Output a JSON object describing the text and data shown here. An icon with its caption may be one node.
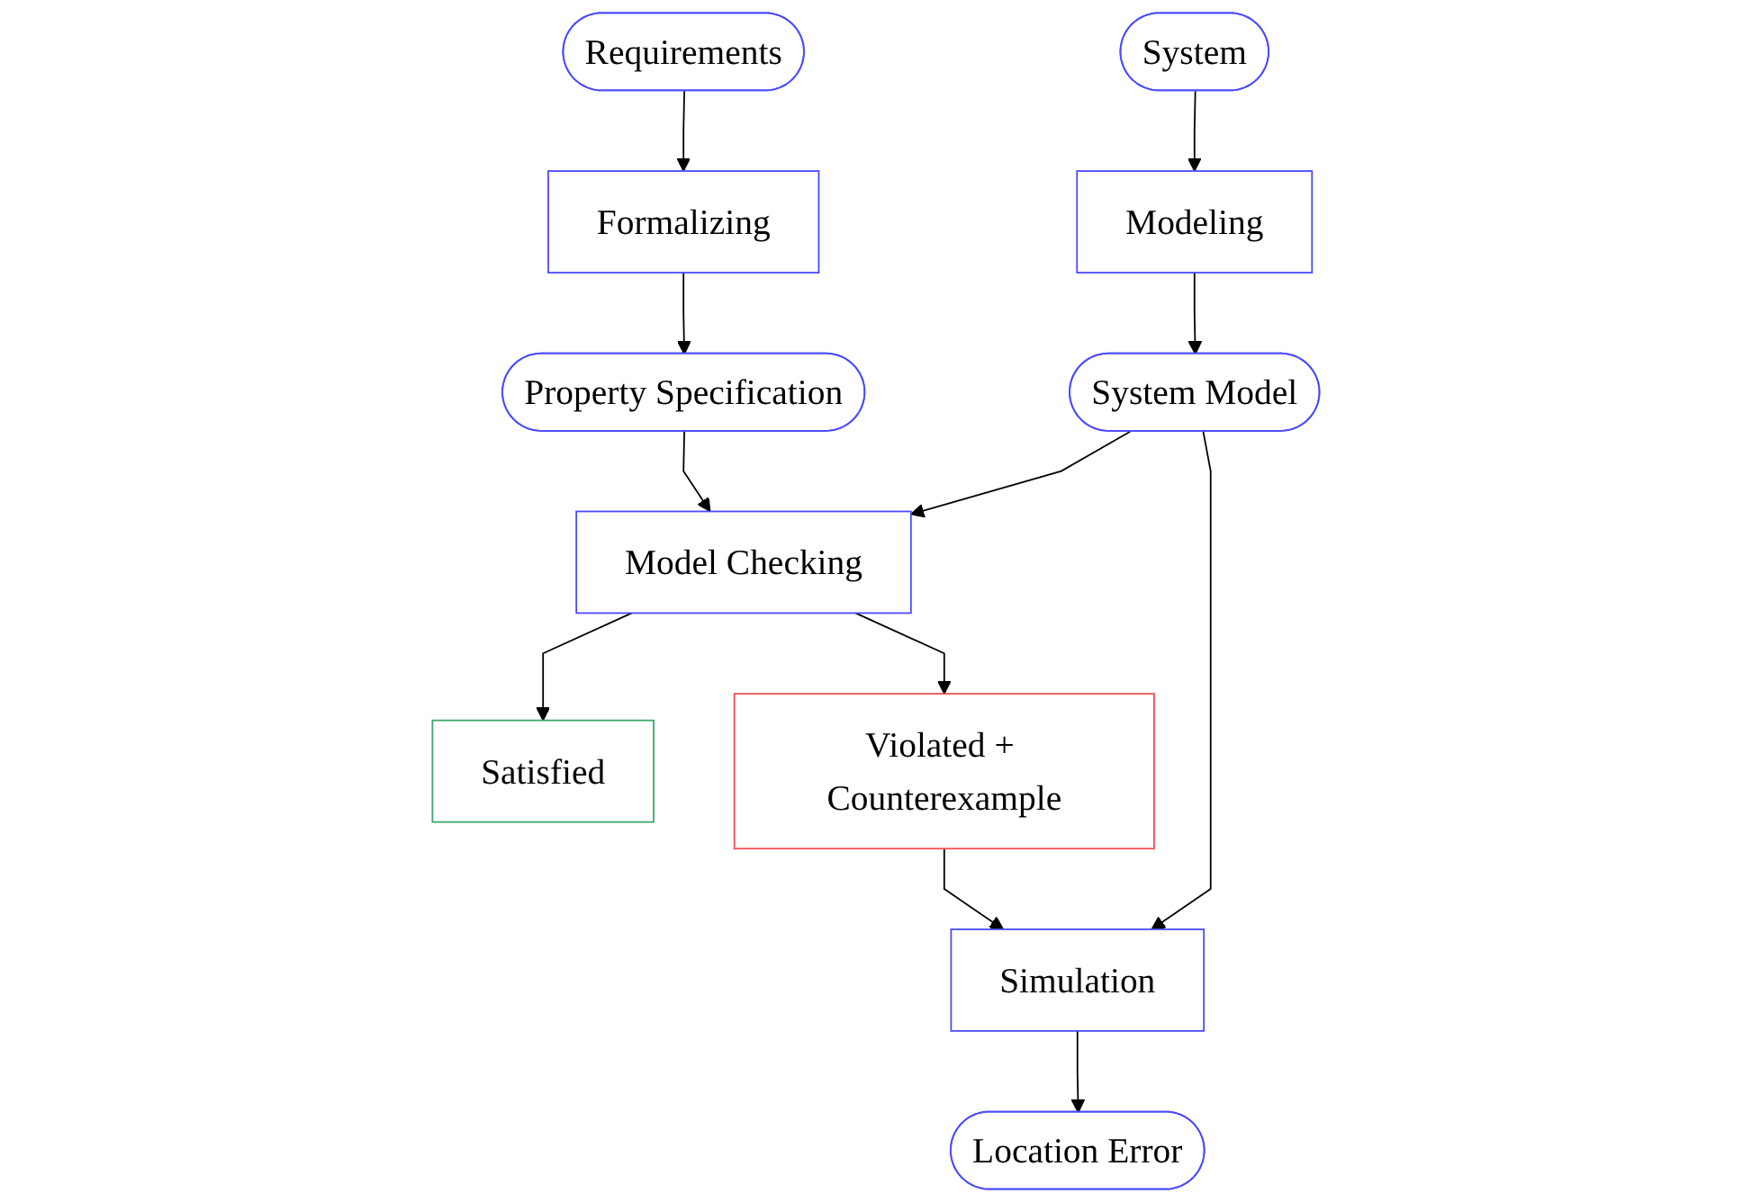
{
  "diagram": {
    "nodes": [
      {
        "text": [
          "Requirements"
        ]
      },
      {
        "text": [
          "System"
        ]
      },
      {
        "text": [
          "Formalizing"
        ]
      },
      {
        "text": [
          "Modeling"
        ]
      },
      {
        "text": [
          "Property Specification"
        ]
      },
      {
        "text": [
          "System Model"
        ]
      },
      {
        "text": [
          "Model Checking"
        ]
      },
      {
        "text": [
          "Satisfied"
        ]
      },
      {
        "text": [
          "Violated + Counterexample"
        ]
      },
      {
        "text": [
          "Simulation"
        ]
      },
      {
        "text": [
          "Location Error"
        ]
      }
    ],
    "edges": [
      {
        "from": 0,
        "to": 2,
        "arrow": "to"
      },
      {
        "from": 2,
        "to": 4,
        "arrow": "to"
      },
      {
        "from": 1,
        "to": 3,
        "arrow": "to"
      },
      {
        "from": 3,
        "to": 5,
        "arrow": "to"
      },
      {
        "from": 4,
        "to": 6,
        "arrow": "to"
      },
      {
        "from": 5,
        "to": 6,
        "arrow": "to"
      },
      {
        "from": 5,
        "to": 9,
        "arrow": "to"
      },
      {
        "from": 6,
        "to": 7,
        "arrow": "to"
      },
      {
        "from": 6,
        "to": 8,
        "arrow": "to"
      },
      {
        "from": 8,
        "to": 9,
        "arrow": "to"
      },
      {
        "from": 9,
        "to": 10,
        "arrow": "to"
      }
    ]
  }
}
